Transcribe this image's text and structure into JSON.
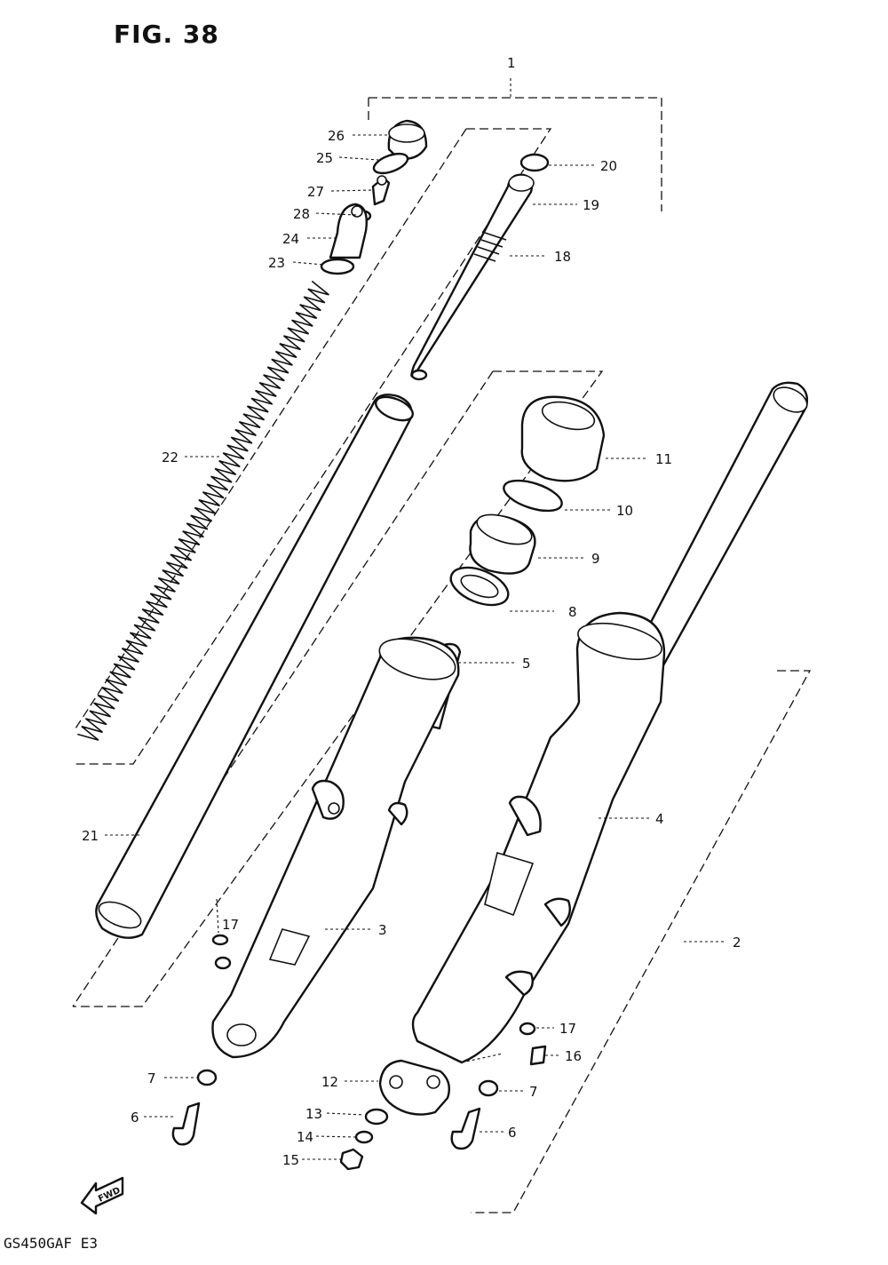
{
  "header": {
    "title": "FIG. 38"
  },
  "footer": {
    "model": "GS450GAF E3"
  },
  "fwd_label": "FWD",
  "icons": {
    "fwd_arrow": "fwd-arrow-icon"
  },
  "callouts": [
    {
      "label": "1"
    },
    {
      "label": "2"
    },
    {
      "label": "3"
    },
    {
      "label": "4"
    },
    {
      "label": "5"
    },
    {
      "label": "6"
    },
    {
      "label": "6"
    },
    {
      "label": "7"
    },
    {
      "label": "7"
    },
    {
      "label": "8"
    },
    {
      "label": "9"
    },
    {
      "label": "10"
    },
    {
      "label": "11"
    },
    {
      "label": "12"
    },
    {
      "label": "13"
    },
    {
      "label": "14"
    },
    {
      "label": "15"
    },
    {
      "label": "16"
    },
    {
      "label": "17"
    },
    {
      "label": "17"
    },
    {
      "label": "18"
    },
    {
      "label": "19"
    },
    {
      "label": "20"
    },
    {
      "label": "21"
    },
    {
      "label": "22"
    },
    {
      "label": "23"
    },
    {
      "label": "24"
    },
    {
      "label": "25"
    },
    {
      "label": "26"
    },
    {
      "label": "27"
    },
    {
      "label": "28"
    }
  ]
}
